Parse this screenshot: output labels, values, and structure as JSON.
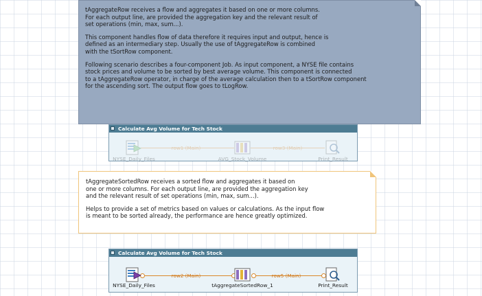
{
  "note_top": {
    "paragraphs": [
      "tAggregateRow receives a flow and aggregates it based on one or more columns.\nFor each output line, are provided the aggregation key and the relevant result of\nset operations (min, max, sum...).",
      "This component handles flow of data therefore it requires input and output, hence is\ndefined as an intermediary step. Usually the use of tAggregateRow is combined\nwith the tSortRow component.",
      "Following scenario describes a four-component Job. As input component, a NYSE file contains\nstock prices and volume to be sorted by best average volume. This component is connected\nto a tAggregateRow operator, in charge of the average calculation then to a tSortRow component\nfor the ascending sort. The output flow goes to tLogRow."
    ]
  },
  "subjob1": {
    "title": "Calculate Avg Volume for Tech Stock",
    "components": [
      "NYSE_Daily_Files",
      "AVG_Stock_Volume",
      "Print_Result"
    ],
    "flows": [
      "row1 (Main)",
      "row3 (Main)"
    ]
  },
  "note_bottom": {
    "paragraphs": [
      "tAggregateSortedRow receives a sorted flow and aggregates it based on\none or more columns. For each output line, are provided the aggregation key\nand the relevant result of set operations (min, max, sum...).",
      "Helps to provide a set of metrics based on values or calculations. As the input flow\nis meant to be sorted already, the performance are hence greatly optimized."
    ]
  },
  "subjob2": {
    "title": "Calculate Avg Volume for Tech Stock",
    "components": [
      "NYSE_Daily_Files",
      "tAggregateSortedRow_1",
      "Print_Result"
    ],
    "flows": [
      "row2 (Main)",
      "row5 (Main)"
    ]
  },
  "colors": {
    "note_top_bg": "#98a9c0",
    "note_bottom_border": "#f0c47a",
    "subjob_header": "#4d7c93",
    "flow": "#d9882a"
  }
}
